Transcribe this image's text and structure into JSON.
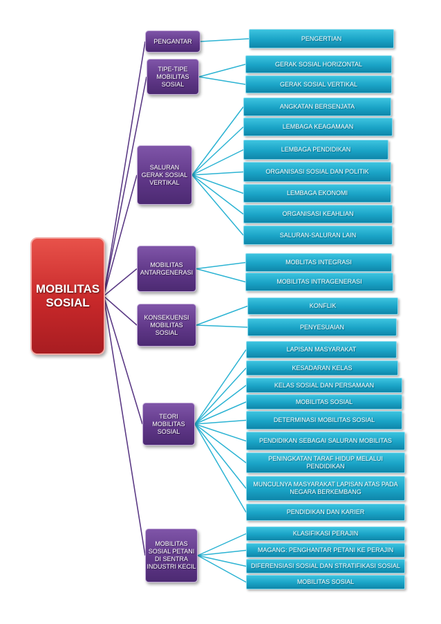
{
  "root": {
    "label": "MOBILITAS\nSOSIAL"
  },
  "colors": {
    "root": "#c7282a",
    "category": "#5e3686",
    "leaf": "#1aa3c6",
    "connector_purple": "#5b3a85",
    "connector_teal": "#2bb3d3"
  },
  "categories": [
    {
      "id": "pengantar",
      "label": "PENGANTAR",
      "leaves": [
        "PENGERTIAN"
      ]
    },
    {
      "id": "tipe",
      "label": "TIPE-TIPE\nMOBILITAS\nSOSIAL",
      "leaves": [
        "GERAK SOSIAL HORIZONTAL",
        "GERAK SOSIAL VERTIKAL"
      ]
    },
    {
      "id": "saluran",
      "label": "SALURAN\nGERAK SOSIAL\nVERTIKAL",
      "leaves": [
        "ANGKATAN BERSENJATA",
        "LEMBAGA KEAGAMAAN",
        "LEMBAGA PENDIDIKAN",
        "ORGANISASI SOSIAL DAN POLITIK",
        "LEMBAGA EKONOMI",
        "ORGANISASI KEAHLIAN",
        "SALURAN-SALURAN LAIN"
      ]
    },
    {
      "id": "antargenerasi",
      "label": "MOBILITAS\nANTARGENERASI",
      "leaves": [
        "MOBLITAS INTEGRASI",
        "MOBILITAS INTRAGENERASI"
      ]
    },
    {
      "id": "konsekuensi",
      "label": "KONSEKUENSI\nMOBILITAS\nSOSIAL",
      "leaves": [
        "KONFLIK",
        "PENYESUAIAN"
      ]
    },
    {
      "id": "teori",
      "label": "TEORI\nMOBILITAS\nSOSIAL",
      "leaves": [
        "LAPISAN MASYARAKAT",
        "KESADARAN KELAS",
        "KELAS SOSIAL DAN PERSAMAAN",
        "MOBILITAS SOSIAL",
        "DETERMINASI MOBILITAS SOSIAL",
        "PENDIDIKAN SEBAGAI SALURAN MOBILITAS",
        "PENINGKATAN TARAF  HIDUP MELALUI\nPENDIDIKAN",
        "MUNCULNYA MASYARAKAT LAPISAN ATAS PADA\nNEGARA BERKEMBANG",
        "PENDIDIKAN DAN KARIER"
      ]
    },
    {
      "id": "petani",
      "label": "MOBILITAS\nSOSIAL PETANI\nDI SENTRA\nINDUSTRI KECIL",
      "leaves": [
        "KLASIFIKASI PERAJIN",
        "MAGANG: PENGHANTAR PETANI KE PERAJIN",
        "DIFERENSIASI SOSIAL DAN STRATIFIKASI SOSIAL",
        "MOBILITAS SOSIAL"
      ]
    }
  ]
}
